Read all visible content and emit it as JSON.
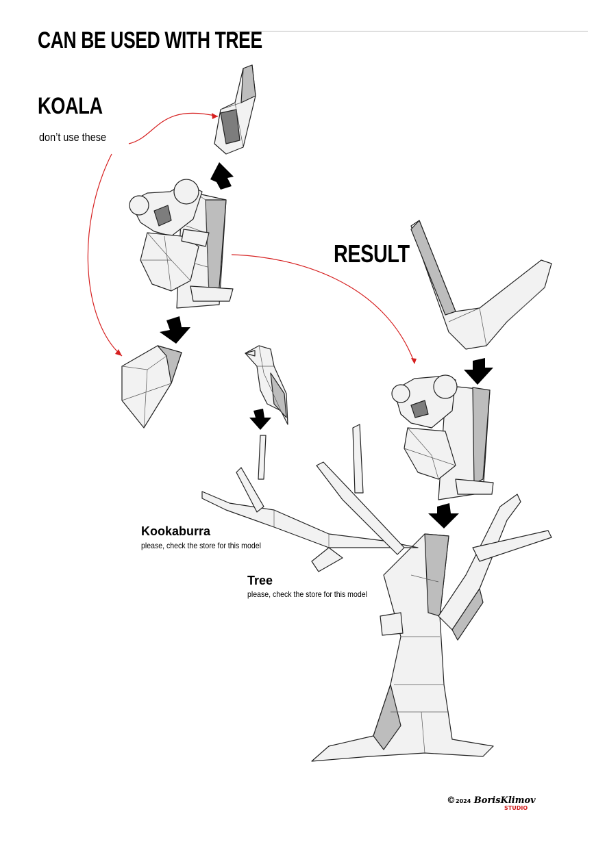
{
  "header": {
    "title": "CAN BE USED WITH TREE"
  },
  "koala": {
    "title": "KOALA",
    "note": "don’t use these"
  },
  "result": {
    "title": "RESULT"
  },
  "kookaburra": {
    "title": "Kookaburra",
    "note": "please, check the store for this model"
  },
  "tree": {
    "title": "Tree",
    "note": "please, check the store for this model"
  },
  "footer": {
    "copyright_symbol": "©",
    "year": "2024",
    "author": "BorisKlimov",
    "brand": "STUDIO"
  },
  "colors": {
    "accent_red": "#d61f1f",
    "arrow": "#000000",
    "paper_fill": "#f2f2f2",
    "shade": "#bdbdbd"
  },
  "icons": [
    "arrow-up-icon",
    "arrow-down-icon",
    "red-curved-pointer-icon"
  ]
}
